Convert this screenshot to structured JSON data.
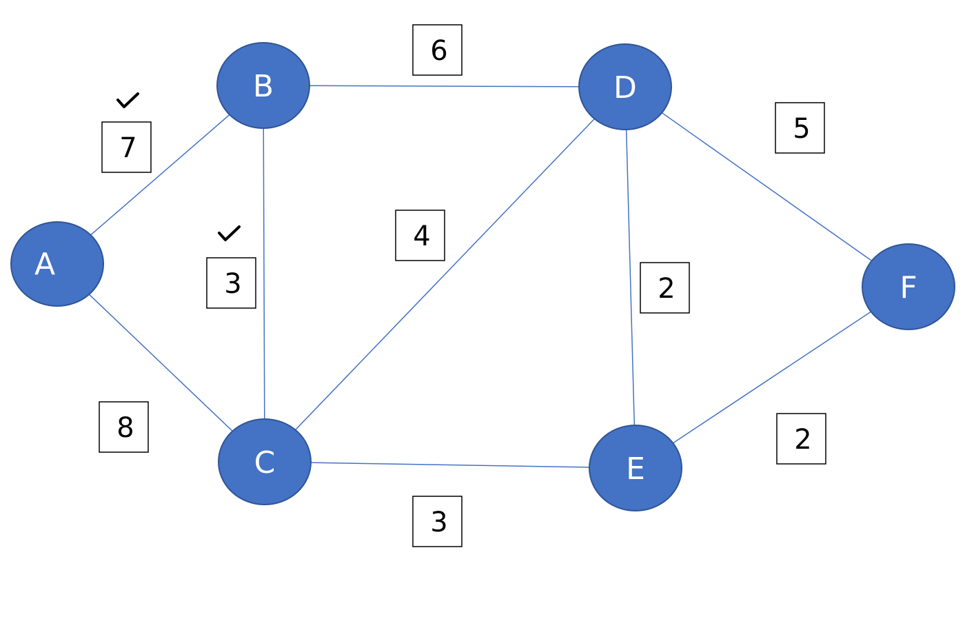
{
  "graph": {
    "node_color": "#4472c4",
    "edge_color": "#4472c4",
    "nodes": {
      "A": {
        "label": "A"
      },
      "B": {
        "label": "B"
      },
      "C": {
        "label": "C"
      },
      "D": {
        "label": "D"
      },
      "E": {
        "label": "E"
      },
      "F": {
        "label": "F"
      }
    },
    "edges": {
      "ab": {
        "from": "A",
        "to": "B",
        "weight": "7",
        "checked": true
      },
      "ac": {
        "from": "A",
        "to": "C",
        "weight": "8",
        "checked": false
      },
      "bc": {
        "from": "B",
        "to": "C",
        "weight": "3",
        "checked": true
      },
      "bd": {
        "from": "B",
        "to": "D",
        "weight": "6",
        "checked": false
      },
      "cd": {
        "from": "C",
        "to": "D",
        "weight": "4",
        "checked": false
      },
      "ce": {
        "from": "C",
        "to": "E",
        "weight": "3",
        "checked": false
      },
      "de": {
        "from": "D",
        "to": "E",
        "weight": "2",
        "checked": false
      },
      "df": {
        "from": "D",
        "to": "F",
        "weight": "5",
        "checked": false
      },
      "ef": {
        "from": "E",
        "to": "F",
        "weight": "2",
        "checked": false
      }
    }
  }
}
